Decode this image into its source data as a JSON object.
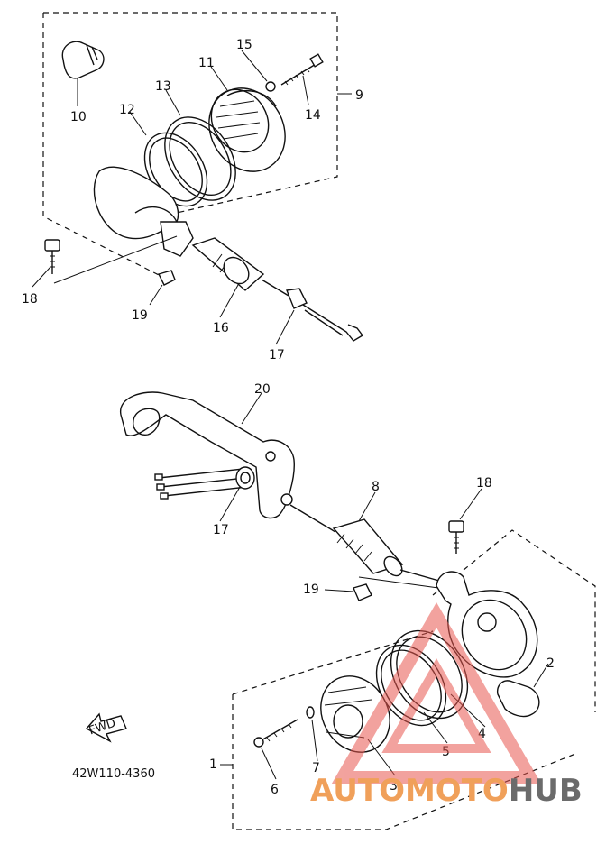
{
  "diagram": {
    "part_code": "42W110-4360",
    "fwd_label": "FWD",
    "callouts": [
      "1",
      "2",
      "3",
      "4",
      "5",
      "6",
      "7",
      "8",
      "9",
      "10",
      "11",
      "12",
      "13",
      "14",
      "15",
      "16",
      "17",
      "17",
      "18",
      "18",
      "19",
      "19",
      "20"
    ]
  },
  "watermark": {
    "text_left": "AUTOMOTO",
    "text_right": "HUB",
    "color_left": "#f0a05a",
    "color_right": "#6b6b6b",
    "triangle_color": "#e8574f"
  }
}
